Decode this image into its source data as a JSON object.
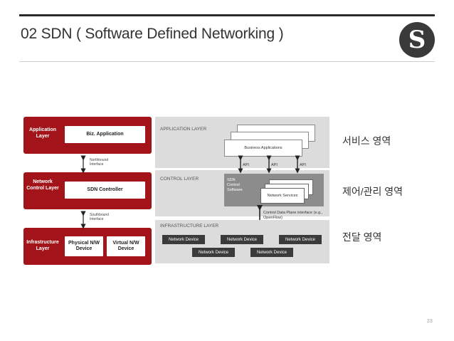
{
  "header": {
    "title": "02 SDN ( Software Defined Networking )",
    "logo_letter": "S",
    "page_number": "23"
  },
  "left_diagram": {
    "layers": [
      {
        "label": "Application Layer",
        "box": "Biz. Application"
      },
      {
        "label": "Network Control Layer",
        "box": "SDN Controller"
      },
      {
        "label": "Infrastructure Layer",
        "boxes": [
          "Physical N/W Device",
          "Virtual N/W Device"
        ]
      }
    ],
    "northbound": "Northbound Interface",
    "southbound": "Southbound Interface"
  },
  "right_diagram": {
    "application_layer": "APPLICATION LAYER",
    "business_apps": "Business Applications",
    "api_labels": [
      "API",
      "API",
      "API"
    ],
    "control_layer": "CONTROL LAYER",
    "sdn_software": "SDN Control Software",
    "network_services": "Network Services",
    "control_plane_interface": "Control Data Plane interface (e.g., OpenFlow)",
    "infrastructure_layer": "INFRASTRUCTURE LAYER",
    "network_device": "Network Device"
  },
  "annotations": {
    "service": "서비스 영역",
    "control": "제어/관리 영역",
    "delivery": "전달 영역"
  }
}
